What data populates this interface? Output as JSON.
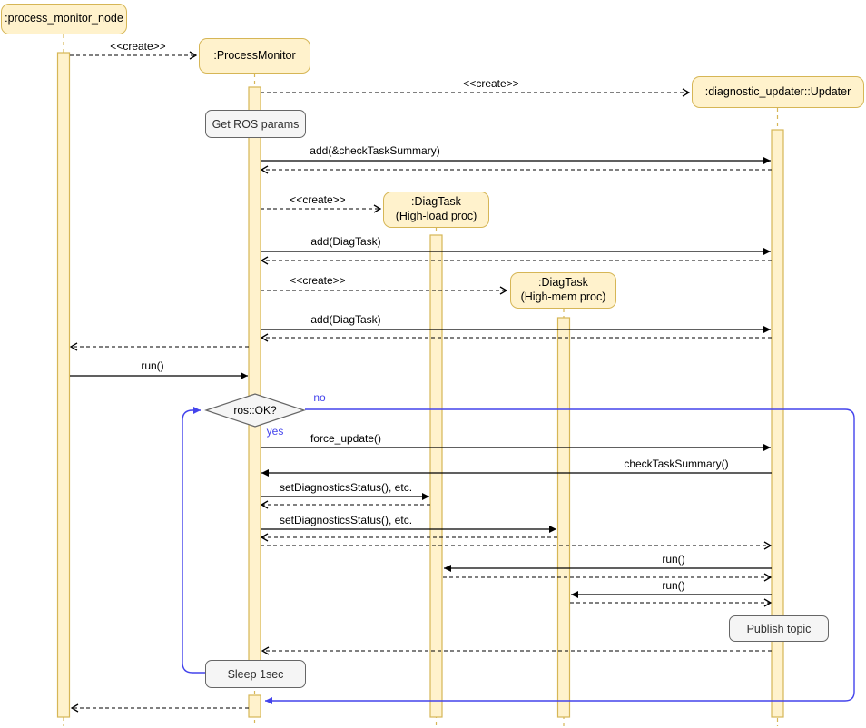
{
  "diagram": {
    "type": "uml-sequence",
    "colors": {
      "canvas-bg": "#FFFFFF",
      "actor-fill": "#FFF2CC",
      "actor-border": "#D6B656",
      "note-fill": "#F5F5F5",
      "note-border": "#666666",
      "loop-color": "#4343EC",
      "message-color": "#000000"
    },
    "actors": [
      {
        "label": ":process_monitor_node"
      },
      {
        "label": ":ProcessMonitor"
      },
      {
        "label": ":diagnostic_updater::Updater"
      },
      {
        "label": ":DiagTask",
        "sublabel": "(High-load proc)"
      },
      {
        "label": ":DiagTask",
        "sublabel": "(High-mem proc)"
      }
    ],
    "notes": [
      {
        "label": "Get ROS params"
      },
      {
        "label": "Publish topic"
      },
      {
        "label": "Sleep 1sec"
      }
    ],
    "decision": {
      "label": "ros::OK?",
      "yes": "yes",
      "no": "no"
    },
    "messages": [
      {
        "label": "<<create>>"
      },
      {
        "label": "<<create>>"
      },
      {
        "label": "add(&checkTaskSummary)"
      },
      {
        "label": "<<create>>"
      },
      {
        "label": "add(DiagTask)"
      },
      {
        "label": "<<create>>"
      },
      {
        "label": "add(DiagTask)"
      },
      {
        "label": "run()"
      },
      {
        "label": "force_update()"
      },
      {
        "label": "checkTaskSummary()"
      },
      {
        "label": "setDiagnosticsStatus(), etc."
      },
      {
        "label": "setDiagnosticsStatus(), etc."
      },
      {
        "label": "run()"
      },
      {
        "label": "run()"
      }
    ]
  }
}
